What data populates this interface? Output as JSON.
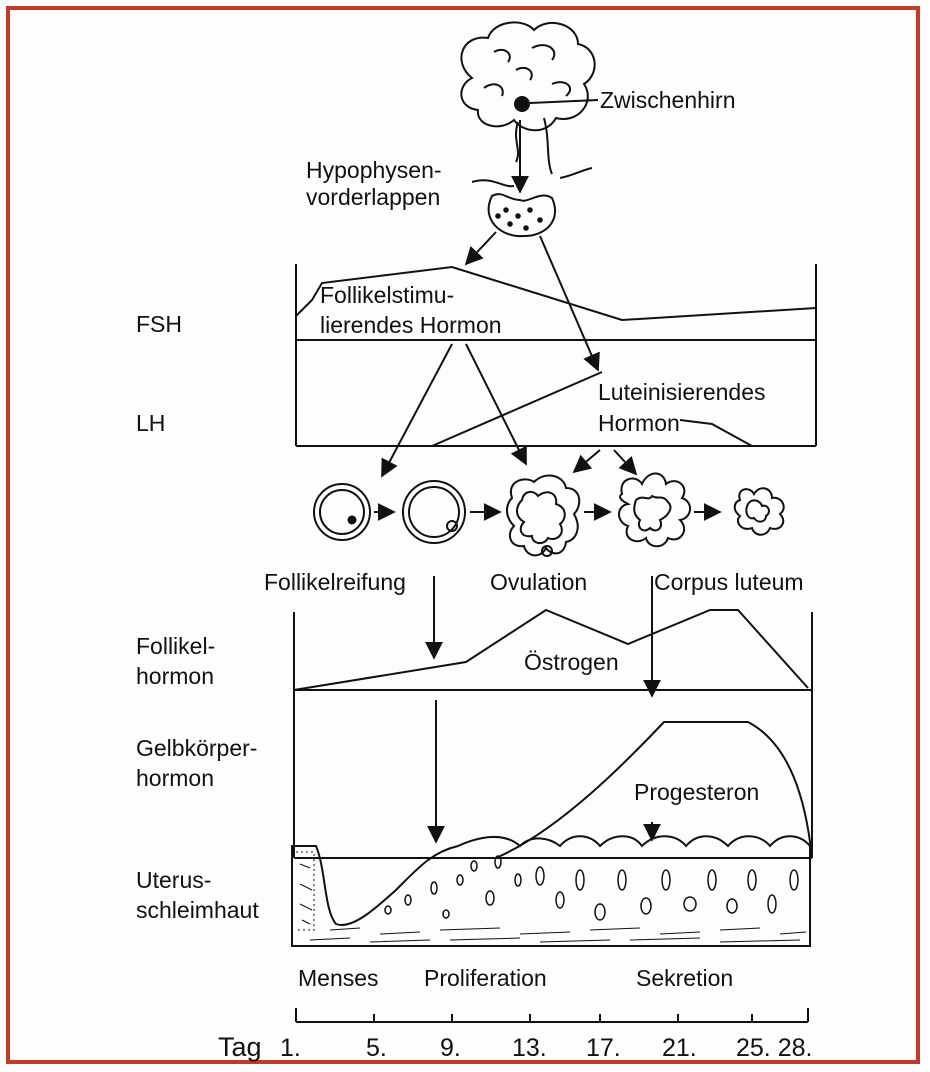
{
  "colors": {
    "frame": "#c23a2a",
    "ink": "#111111",
    "paper": "#fdfdfb"
  },
  "brain": {
    "zwischenhirn": "Zwischenhirn",
    "hypophyse_line1": "Hypophysen-",
    "hypophyse_line2": "vorderlappen"
  },
  "fsh": {
    "row_label": "FSH",
    "curve_line1": "Follikelstimu-",
    "curve_line2": "lierendes Hormon"
  },
  "lh": {
    "row_label": "LH",
    "curve_line1": "Luteinisierendes",
    "curve_line2": "Hormon"
  },
  "follicles": {
    "reifung": "Follikelreifung",
    "ovulation": "Ovulation",
    "corpus": "Corpus luteum"
  },
  "follikelhormon": {
    "row_line1": "Follikel-",
    "row_line2": "hormon",
    "curve": "Östrogen"
  },
  "gelbkoerper": {
    "row_line1": "Gelbkörper-",
    "row_line2": "hormon",
    "curve": "Progesteron"
  },
  "uterus": {
    "row_line1": "Uterus-",
    "row_line2": "schleimhaut",
    "phases": [
      "Menses",
      "Proliferation",
      "Sekretion"
    ]
  },
  "timeline": {
    "prefix": "Tag",
    "ticks": [
      "1.",
      "5.",
      "9.",
      "13.",
      "17.",
      "21.",
      "25. 28."
    ]
  }
}
